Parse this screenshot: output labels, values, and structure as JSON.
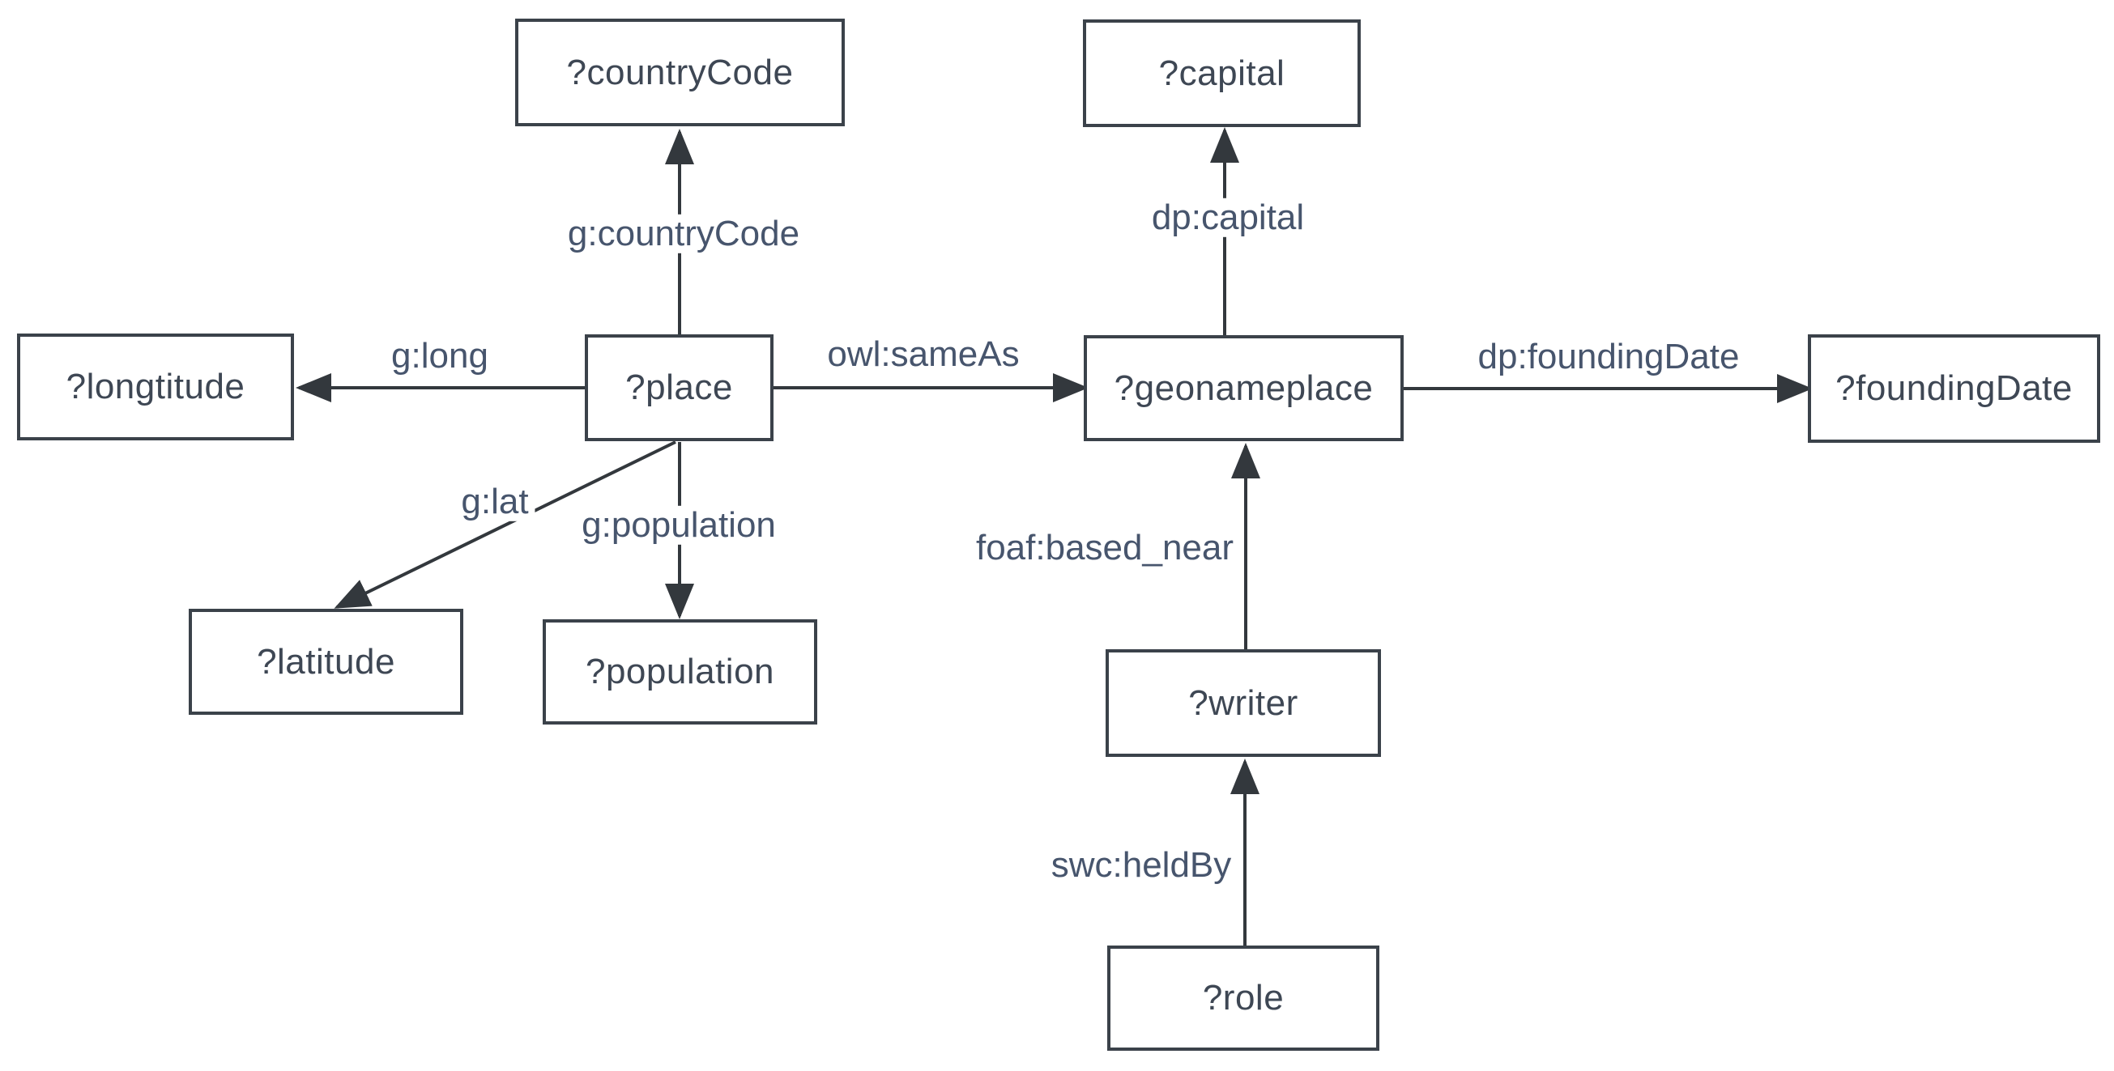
{
  "diagram": {
    "type": "rdf-query-graph",
    "colors": {
      "background": "#ffffff",
      "node_border": "#3b424a",
      "node_text": "#3e4754",
      "edge_line": "#33383d",
      "edge_label_text": "#47556d"
    },
    "nodes": {
      "countryCode": {
        "label": "?countryCode"
      },
      "capital": {
        "label": "?capital"
      },
      "longtitude": {
        "label": "?longtitude"
      },
      "place": {
        "label": "?place"
      },
      "geonameplace": {
        "label": "?geonameplace"
      },
      "foundingDate": {
        "label": "?foundingDate"
      },
      "latitude": {
        "label": "?latitude"
      },
      "population": {
        "label": "?population"
      },
      "writer": {
        "label": "?writer"
      },
      "role": {
        "label": "?role"
      }
    },
    "edges": {
      "countryCode": {
        "label": "g:countryCode",
        "from": "place",
        "to": "countryCode"
      },
      "long": {
        "label": "g:long",
        "from": "place",
        "to": "longtitude"
      },
      "sameAs": {
        "label": "owl:sameAs",
        "from": "place",
        "to": "geonameplace"
      },
      "capital": {
        "label": "dp:capital",
        "from": "geonameplace",
        "to": "capital"
      },
      "foundingDate": {
        "label": "dp:foundingDate",
        "from": "geonameplace",
        "to": "foundingDate"
      },
      "lat": {
        "label": "g:lat",
        "from": "place",
        "to": "latitude"
      },
      "population": {
        "label": "g:population",
        "from": "place",
        "to": "population"
      },
      "based_near": {
        "label": "foaf:based_near",
        "from": "writer",
        "to": "geonameplace"
      },
      "heldBy": {
        "label": "swc:heldBy",
        "from": "role",
        "to": "writer"
      }
    }
  }
}
